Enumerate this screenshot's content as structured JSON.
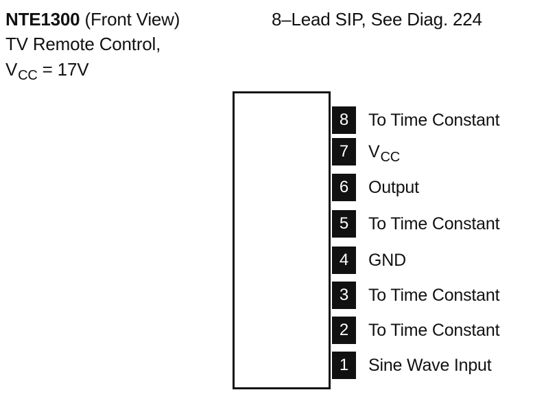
{
  "header": {
    "part_number": "NTE1300",
    "view": "(Front View)",
    "package": "8–Lead SIP, See Diag. 224",
    "function": "TV Remote Control,",
    "supply_symbol": "V",
    "supply_subscript": "CC",
    "supply_value": " = 17V"
  },
  "pins": [
    {
      "number": "8",
      "label": "To Time Constant"
    },
    {
      "number": "7",
      "label": "V",
      "label_sub": "CC"
    },
    {
      "number": "6",
      "label": "Output"
    },
    {
      "number": "5",
      "label": "To Time Constant"
    },
    {
      "number": "4",
      "label": "GND"
    },
    {
      "number": "3",
      "label": "To Time Constant"
    },
    {
      "number": "2",
      "label": "To Time Constant"
    },
    {
      "number": "1",
      "label": "Sine Wave Input"
    }
  ],
  "colors": {
    "ink": "#111111",
    "background": "#ffffff",
    "pin_number_text": "#ffffff"
  }
}
